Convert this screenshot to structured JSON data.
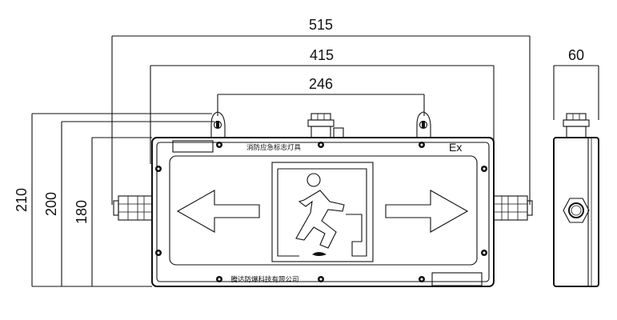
{
  "dimensions": {
    "width_overall": "515",
    "width_mounting": "415",
    "width_holes": "246",
    "depth": "60",
    "height_overall": "210",
    "height_mid": "200",
    "height_body": "180"
  },
  "labels": {
    "top_label": "消防应急标志灯具",
    "bottom_label": "腾达防爆科技有限公司",
    "ex_mark": "Ex"
  }
}
